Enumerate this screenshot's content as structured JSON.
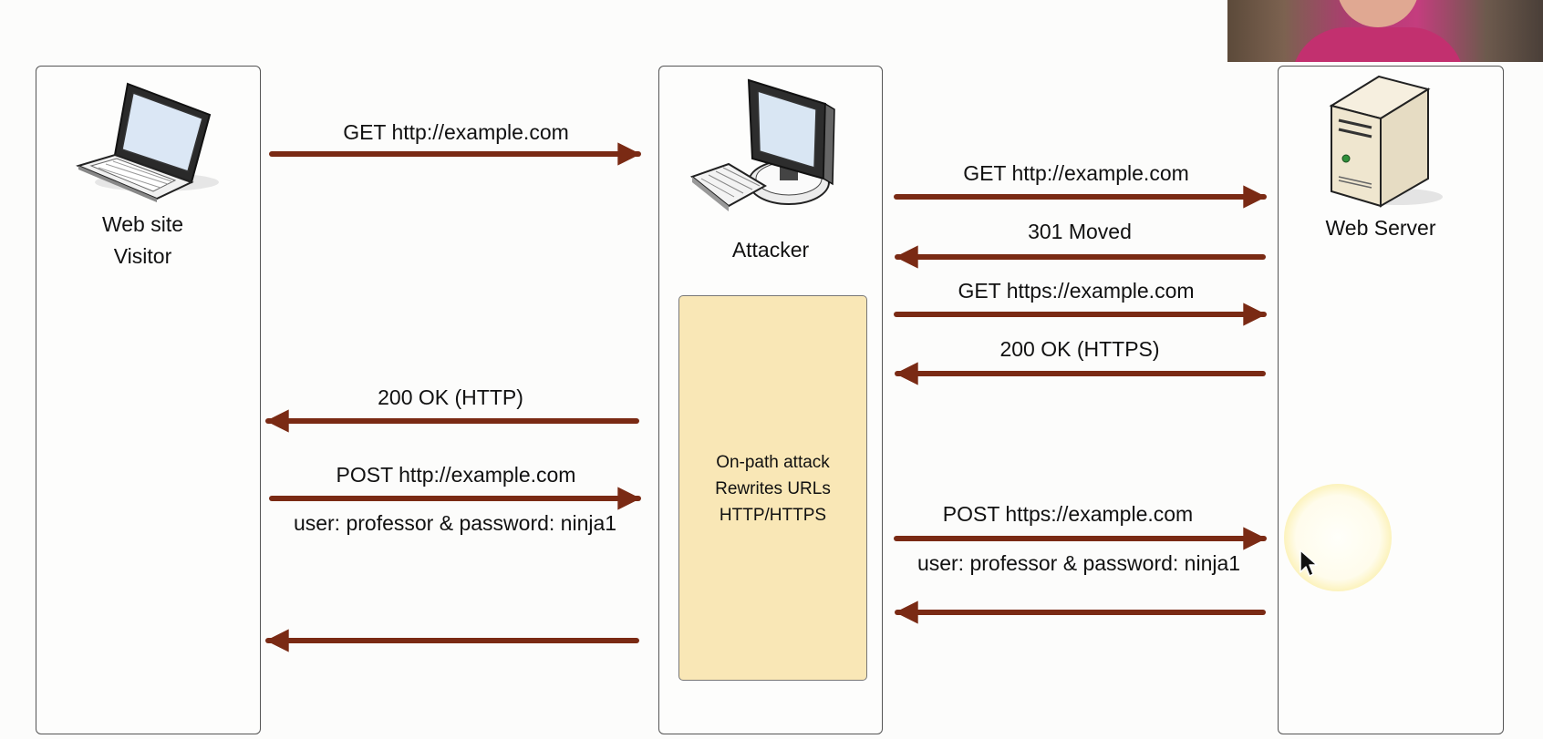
{
  "actors": {
    "visitor": {
      "line1": "Web site",
      "line2": "Visitor",
      "icon": "laptop-icon"
    },
    "attacker": {
      "name": "Attacker",
      "icon": "desktop-computer-icon"
    },
    "server": {
      "name": "Web Server",
      "icon": "server-tower-icon"
    }
  },
  "attack_box": {
    "line1": "On-path attack",
    "line2": "Rewrites URLs",
    "line3": "HTTP/HTTPS",
    "color": "#f9e7b6"
  },
  "arrow_color": "#7a2a14",
  "messages_left": {
    "m1": "GET http://example.com",
    "m2": "200 OK (HTTP)",
    "m3": "POST http://example.com",
    "m3_sub": "user: professor & password: ninja1"
  },
  "messages_right": {
    "m1": "GET http://example.com",
    "m2": "301 Moved",
    "m3": "GET https://example.com",
    "m4": "200 OK (HTTPS)",
    "m5": "POST https://example.com",
    "m5_sub": "user: professor & password: ninja1"
  }
}
